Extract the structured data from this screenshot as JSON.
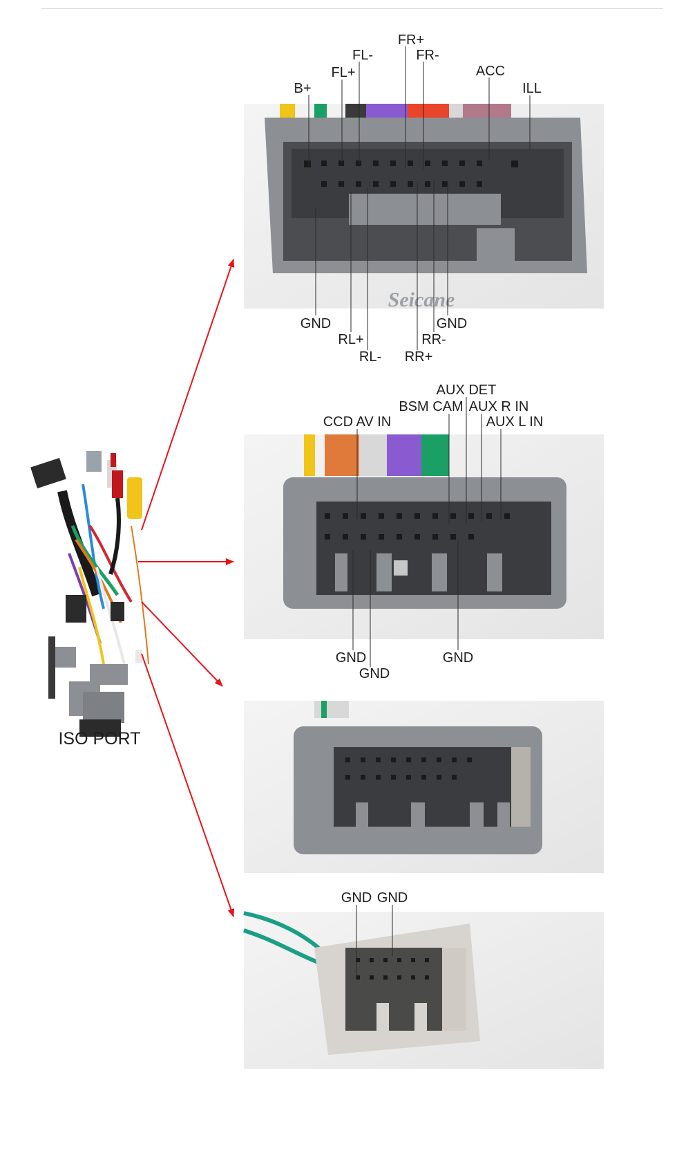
{
  "brand": "Seicane",
  "harness_label": "ISO PORT",
  "colors": {
    "arrow": "#e8141a",
    "housing": "#8c8f93",
    "housing_light": "#c9c7c3",
    "text": "#1e1e1e"
  },
  "panel1": {
    "top_labels": [
      "B+",
      "FL+",
      "FL-",
      "FR+",
      "FR-",
      "ACC",
      "ILL"
    ],
    "bottom_labels": [
      "GND",
      "RL+",
      "RL-",
      "RR+",
      "RR-",
      "GND"
    ]
  },
  "panel2": {
    "top_labels": [
      "CCD AV IN",
      "BSM CAM",
      "AUX DET",
      "AUX R IN",
      "AUX L IN"
    ],
    "bottom_labels": [
      "GND",
      "GND",
      "GND"
    ]
  },
  "panel4": {
    "top_labels": [
      "GND",
      "GND"
    ]
  }
}
